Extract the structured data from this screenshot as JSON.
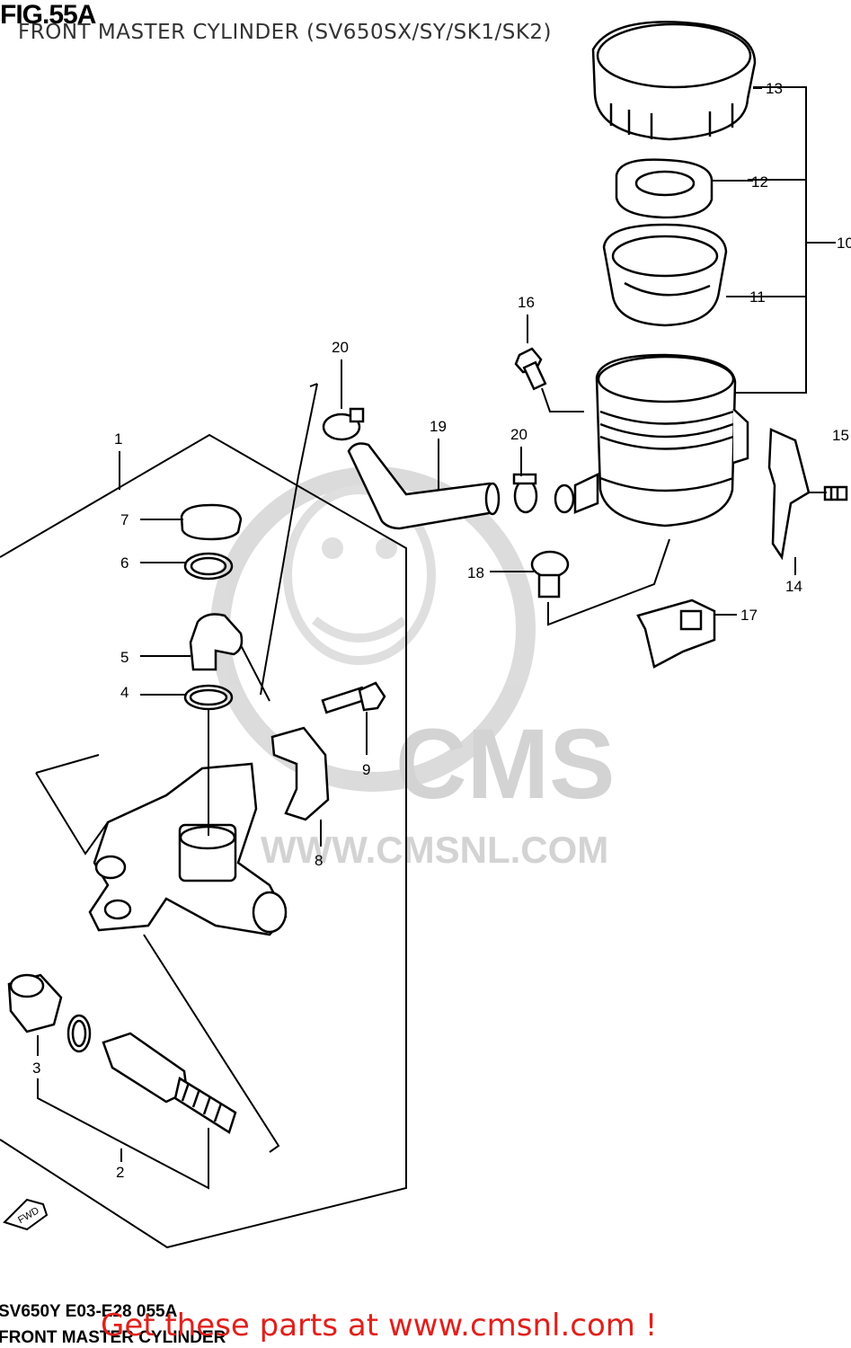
{
  "header": {
    "figure_number": "FIG.55A",
    "title": "FRONT MASTER CYLINDER (SV650SX/SY/SK1/SK2)"
  },
  "watermark": {
    "brand": "CMS",
    "url": "WWW.CMSNL.COM"
  },
  "footer": {
    "drawing_code": "SV650Y E03-E28 055A",
    "drawing_title": "FRONT MASTER CYLINDER",
    "cta_text": "Get these parts at www.cmsnl.com !",
    "cta_color": "#e0201c"
  },
  "direction_marker": "FWD",
  "callouts": {
    "c1": "1",
    "c2": "2",
    "c3": "3",
    "c4": "4",
    "c5": "5",
    "c6": "6",
    "c7": "7",
    "c8": "8",
    "c9": "9",
    "c10": "10",
    "c11": "11",
    "c12": "12",
    "c13": "13",
    "c14": "14",
    "c15": "15",
    "c16": "16",
    "c17": "17",
    "c18": "18",
    "c19": "19",
    "c20a": "20",
    "c20b": "20"
  }
}
